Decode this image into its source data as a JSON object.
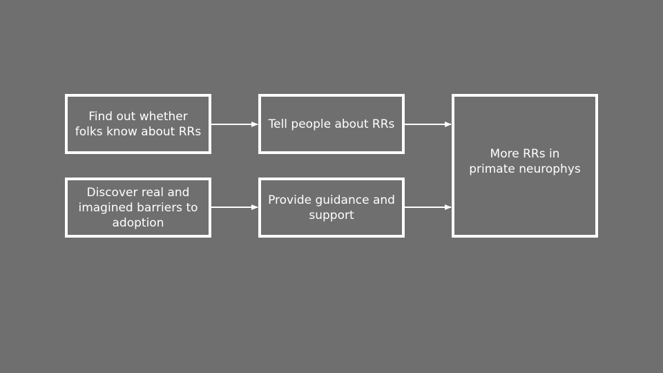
{
  "diagram": {
    "nodes": [
      {
        "id": "find-out",
        "label": "Find out whether folks know about RRs"
      },
      {
        "id": "tell-people",
        "label": "Tell people about RRs"
      },
      {
        "id": "discover",
        "label": "Discover real and imagined barriers to adoption"
      },
      {
        "id": "guidance",
        "label": "Provide guidance and support"
      },
      {
        "id": "outcome",
        "label": "More RRs in primate neurophys"
      }
    ],
    "edges": [
      {
        "from": "find-out",
        "to": "tell-people"
      },
      {
        "from": "tell-people",
        "to": "outcome"
      },
      {
        "from": "discover",
        "to": "guidance"
      },
      {
        "from": "guidance",
        "to": "outcome"
      }
    ]
  },
  "colors": {
    "background": "#6f6f6f",
    "stroke": "#ffffff",
    "text": "#ffffff"
  }
}
